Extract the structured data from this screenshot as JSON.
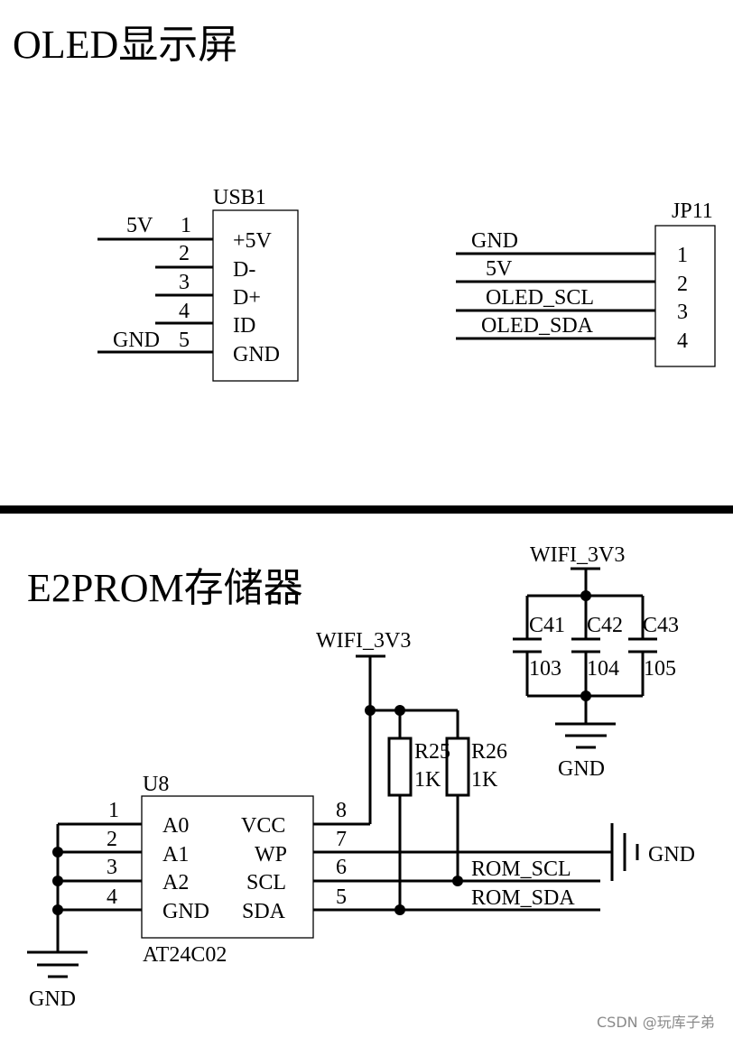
{
  "oled": {
    "title": "OLED显示屏",
    "usb": {
      "ref": "USB1",
      "pin_numbers": [
        "1",
        "2",
        "3",
        "4",
        "5"
      ],
      "pin_names": [
        "+5V",
        "D-",
        "D+",
        "ID",
        "GND"
      ],
      "net_5v": "5V",
      "net_gnd": "GND"
    },
    "jp": {
      "ref": "JP11",
      "pins": [
        "1",
        "2",
        "3",
        "4"
      ],
      "nets": [
        "GND",
        "5V",
        "OLED_SCL",
        "OLED_SDA"
      ]
    }
  },
  "e2prom": {
    "title": "E2PROM存储器",
    "u8": {
      "ref": "U8",
      "part": "AT24C02",
      "left_pin_numbers": [
        "1",
        "2",
        "3",
        "4"
      ],
      "left_pin_names": [
        "A0",
        "A1",
        "A2",
        "GND"
      ],
      "right_pin_names": [
        "VCC",
        "WP",
        "SCL",
        "SDA"
      ],
      "right_pin_numbers": [
        "8",
        "7",
        "6",
        "5"
      ]
    },
    "power_main": "WIFI_3V3",
    "power_caps": "WIFI_3V3",
    "gnd_u8": "GND",
    "gnd_wp": "GND",
    "gnd_caps": "GND",
    "resistors": [
      {
        "ref": "R25",
        "value": "1K"
      },
      {
        "ref": "R26",
        "value": "1K"
      }
    ],
    "capacitors": [
      {
        "ref": "C41",
        "value": "103"
      },
      {
        "ref": "C42",
        "value": "104"
      },
      {
        "ref": "C43",
        "value": "105"
      }
    ],
    "rom_scl": "ROM_SCL",
    "rom_sda": "ROM_SDA"
  },
  "watermark": "CSDN @玩库子弟"
}
